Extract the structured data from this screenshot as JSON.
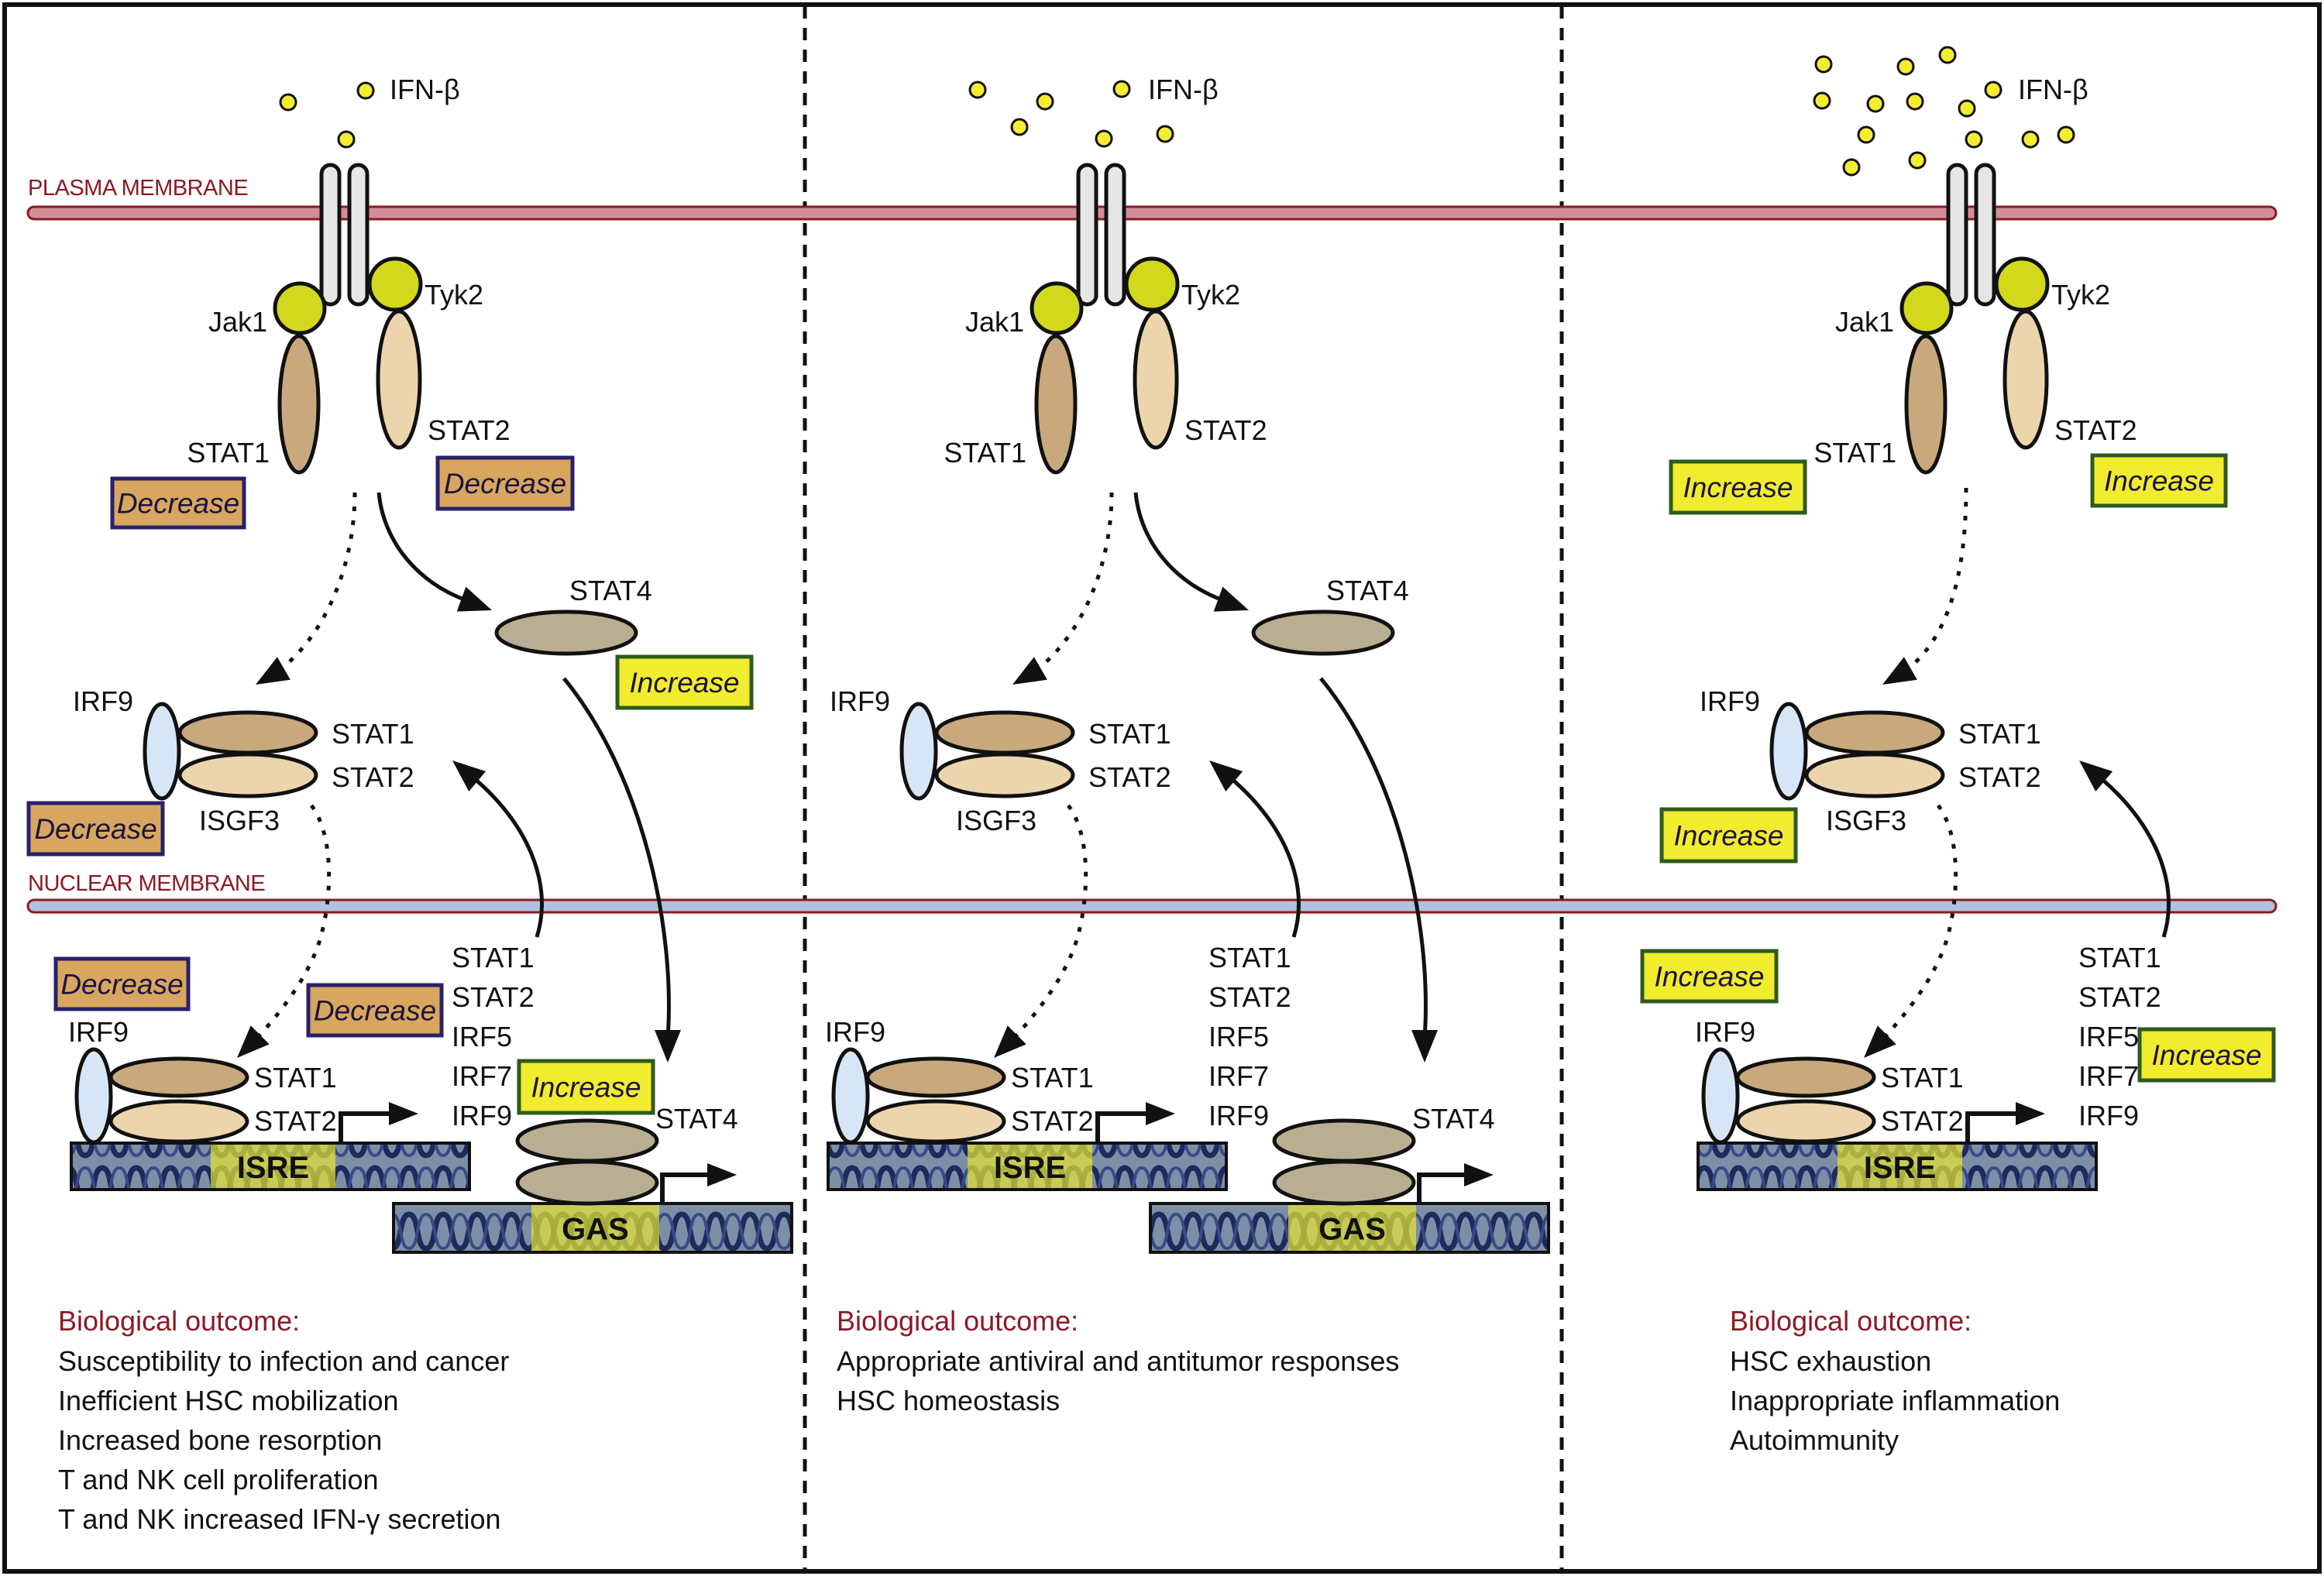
{
  "colors": {
    "decrease_fill": "#d8a65f",
    "decrease_border": "#27206b",
    "increase_fill": "#f2ec2e",
    "increase_border": "#2f5a1e",
    "membrane_label": "#8b1a24",
    "plasma_membrane": "#d38e98",
    "nuclear_membrane": "#b4c0e0",
    "ifn_dot": "#f4ec30",
    "kinase": "#d2d81c"
  },
  "labels": {
    "plasma_membrane": "PLASMA MEMBRANE",
    "nuclear_membrane": "NUCLEAR MEMBRANE",
    "ifn": "IFN-β",
    "jak1": "Jak1",
    "tyk2": "Tyk2",
    "stat1": "STAT1",
    "stat2": "STAT2",
    "stat4": "STAT4",
    "irf9": "IRF9",
    "isgf3": "ISGF3",
    "isre": "ISRE",
    "gas": "GAS",
    "decrease": "Decrease",
    "increase": "Increase",
    "target_genes": [
      "STAT1",
      "STAT2",
      "IRF5",
      "IRF7",
      "IRF9"
    ]
  },
  "panels": [
    {
      "id": "low",
      "ifn_dot_count": 3,
      "regulation": {
        "stat1": "Decrease",
        "stat2": "Decrease",
        "stat4": "Increase",
        "isgf3": "Decrease",
        "nuclear_irf9": "Decrease",
        "target_genes": "Decrease",
        "gas_stat4": "Increase"
      },
      "outcome_title": "Biological outcome:",
      "outcomes": [
        "Susceptibility to infection and cancer",
        "Inefficient HSC mobilization",
        "Increased bone resorption",
        "T and NK cell proliferation",
        "T and NK increased IFN-γ secretion"
      ]
    },
    {
      "id": "normal",
      "ifn_dot_count": 6,
      "regulation": {},
      "outcome_title": "Biological outcome:",
      "outcomes": [
        "Appropriate antiviral and antitumor responses",
        "HSC homeostasis"
      ]
    },
    {
      "id": "high",
      "ifn_dot_count": 14,
      "regulation": {
        "stat1": "Increase",
        "stat2": "Increase",
        "isgf3": "Increase",
        "nuclear_irf9": "Increase",
        "target_genes": "Increase"
      },
      "outcome_title": "Biological outcome:",
      "outcomes": [
        "HSC exhaustion",
        "Inappropriate inflammation",
        "Autoimmunity"
      ]
    }
  ]
}
